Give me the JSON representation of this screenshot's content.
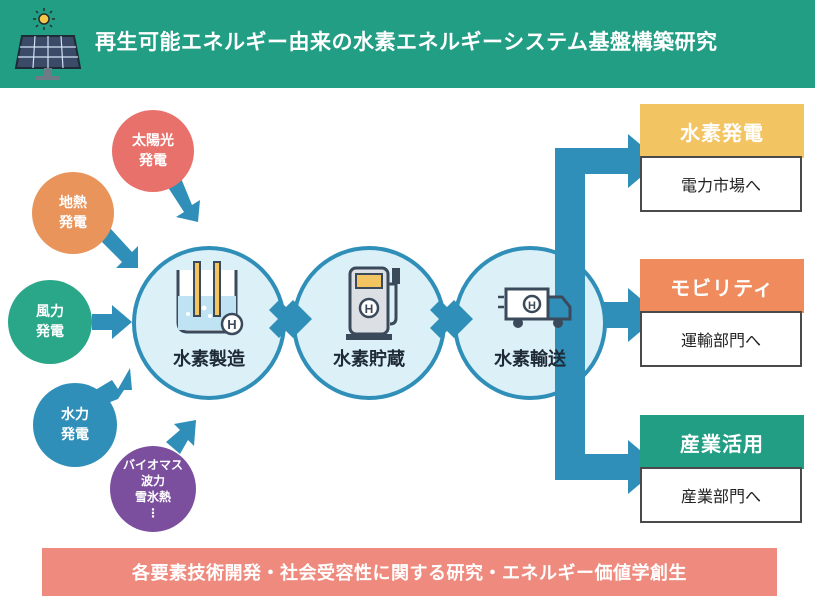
{
  "header": {
    "title": "再生可能エネルギー由来の水素エネルギーシステム基盤構築研究"
  },
  "sources": [
    {
      "line1": "太陽光",
      "line2": "発電",
      "color": "#e8716b"
    },
    {
      "line1": "地熱",
      "line2": "発電",
      "color": "#e8945a"
    },
    {
      "line1": "風力",
      "line2": "発電",
      "color": "#2aa689"
    },
    {
      "line1": "水力",
      "line2": "発電",
      "color": "#2f8fb8"
    },
    {
      "line1": "バイオマス",
      "line2": "波力",
      "line3": "雪氷熱",
      "line4": "⋮",
      "color": "#7b4f9e"
    }
  ],
  "processes": [
    {
      "label": "水素製造",
      "icon": "reactor-icon"
    },
    {
      "label": "水素貯蔵",
      "icon": "hydrogen-station-icon"
    },
    {
      "label": "水素輸送",
      "icon": "truck-icon"
    }
  ],
  "outputs": [
    {
      "title": "水素発電",
      "sub": "電力市場へ",
      "color": "#f3c462"
    },
    {
      "title": "モビリティ",
      "sub": "運輸部門へ",
      "color": "#ef8b5c"
    },
    {
      "title": "産業活用",
      "sub": "産業部門へ",
      "color": "#229e84"
    }
  ],
  "footer": {
    "text": "各要素技術開発・社会受容性に関する研究・エネルギー価値学創生"
  },
  "colors": {
    "header": "#229e84",
    "circle_fill": "#dcf0f8",
    "circle_stroke": "#2f8fb8",
    "arrow_blue": "#2f8fb8"
  }
}
